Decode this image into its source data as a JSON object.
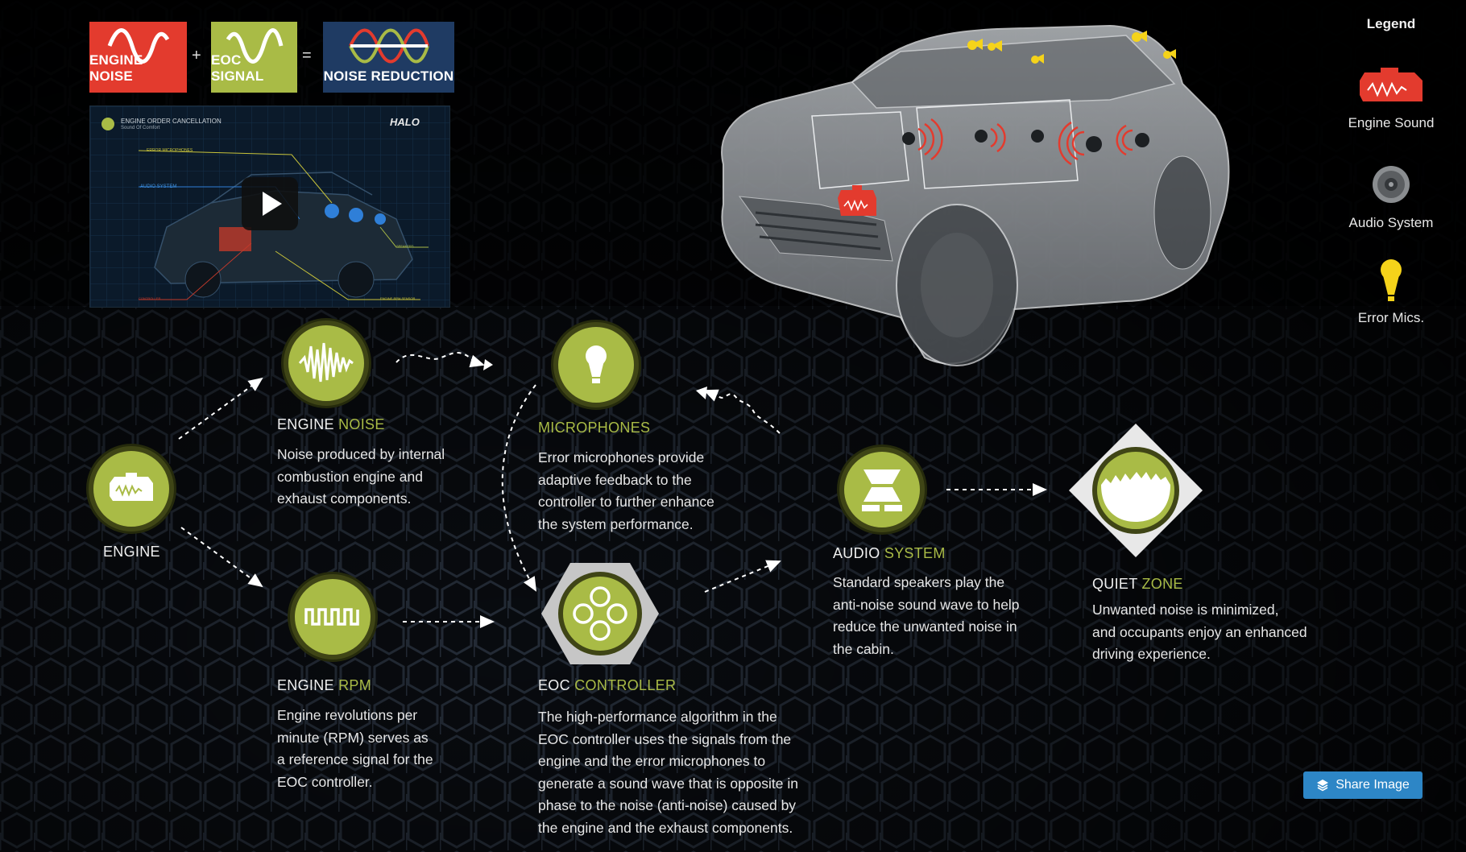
{
  "equation": {
    "tiles": [
      {
        "label": "ENGINE NOISE",
        "color": "#e33b2e"
      },
      {
        "label": "EOC SIGNAL",
        "color": "#a9bb46"
      },
      {
        "label": "NOISE REDUCTION",
        "color": "#1f3b63"
      }
    ],
    "plus": "+",
    "equals": "="
  },
  "video": {
    "title": "ENGINE ORDER CANCELLATION",
    "subtitle": "Sound Of Comfort",
    "brand": "HALO",
    "labels": [
      "ERROR MICROPHONES",
      "AUDIO SYSTEM",
      "ENGINE RPM SENSOR",
      "CONTROLLER",
      "SPEAKERS"
    ]
  },
  "legend": {
    "heading": "Legend",
    "items": [
      {
        "label": "Engine Sound",
        "icon": "engine-sound-icon"
      },
      {
        "label": "Audio System",
        "icon": "speaker-icon"
      },
      {
        "label": "Error Mics.",
        "icon": "microphone-icon"
      }
    ]
  },
  "nodes": {
    "engine": {
      "title": "ENGINE"
    },
    "engine_noise": {
      "title_a": "ENGINE ",
      "title_b": "NOISE",
      "desc": [
        "Noise produced by internal",
        "combustion engine and",
        "exhaust components."
      ]
    },
    "engine_rpm": {
      "title_a": "ENGINE ",
      "title_b": "RPM",
      "desc": [
        "Engine revolutions per",
        "minute (RPM) serves as",
        "a reference signal for the",
        "EOC controller."
      ]
    },
    "microphones": {
      "title_b": "MICROPHONES",
      "desc": [
        "Error microphones provide",
        "adaptive feedback to the",
        "controller to further enhance",
        "the system performance."
      ]
    },
    "eoc_controller": {
      "title_a": "EOC ",
      "title_b": "CONTROLLER",
      "desc": [
        "The high-performance algorithm in the",
        "EOC controller uses the signals from the",
        "engine and the error microphones to",
        "generate a sound wave that is opposite in",
        "phase to the noise (anti-noise) caused by",
        "the engine and the exhaust components."
      ]
    },
    "audio_system": {
      "title_a": "AUDIO ",
      "title_b": "SYSTEM",
      "desc": [
        "Standard speakers play the",
        "anti-noise sound wave to help",
        "reduce the unwanted noise in",
        "the cabin."
      ]
    },
    "quiet_zone": {
      "title_a": "QUIET ",
      "title_b": "ZONE",
      "desc": [
        "Unwanted noise is minimized,",
        "and occupants enjoy an enhanced",
        "driving experience."
      ]
    }
  },
  "share": {
    "label": "Share Image"
  },
  "colors": {
    "accent": "#a9bb46",
    "red": "#e33b2e",
    "navy": "#1f3b63",
    "yellow": "#f5d31a",
    "button": "#2d86c6"
  }
}
